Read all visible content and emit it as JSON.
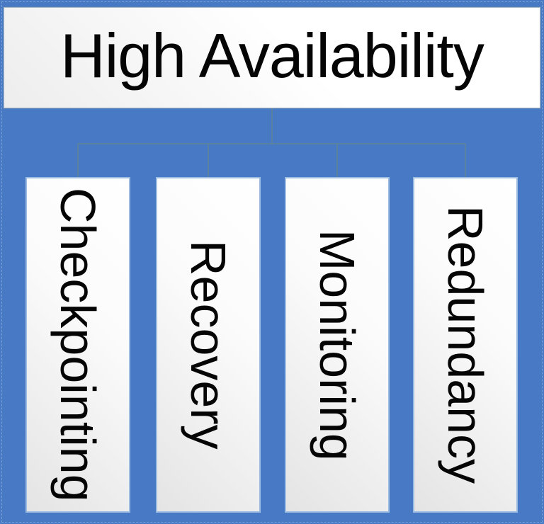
{
  "diagram": {
    "root": {
      "label": "High Availability"
    },
    "children": [
      {
        "label": "Checkpointing"
      },
      {
        "label": "Recovery"
      },
      {
        "label": "Monitoring"
      },
      {
        "label": "Redundancy"
      }
    ],
    "colors": {
      "background": "#4879C4",
      "connector": "#5F8497",
      "node_border": "#9DBCE2",
      "root_border": "#A3B6C4",
      "node_fill_light": "#FFFFFF",
      "node_fill_shade": "#E4E4E4",
      "text": "#050505"
    }
  }
}
